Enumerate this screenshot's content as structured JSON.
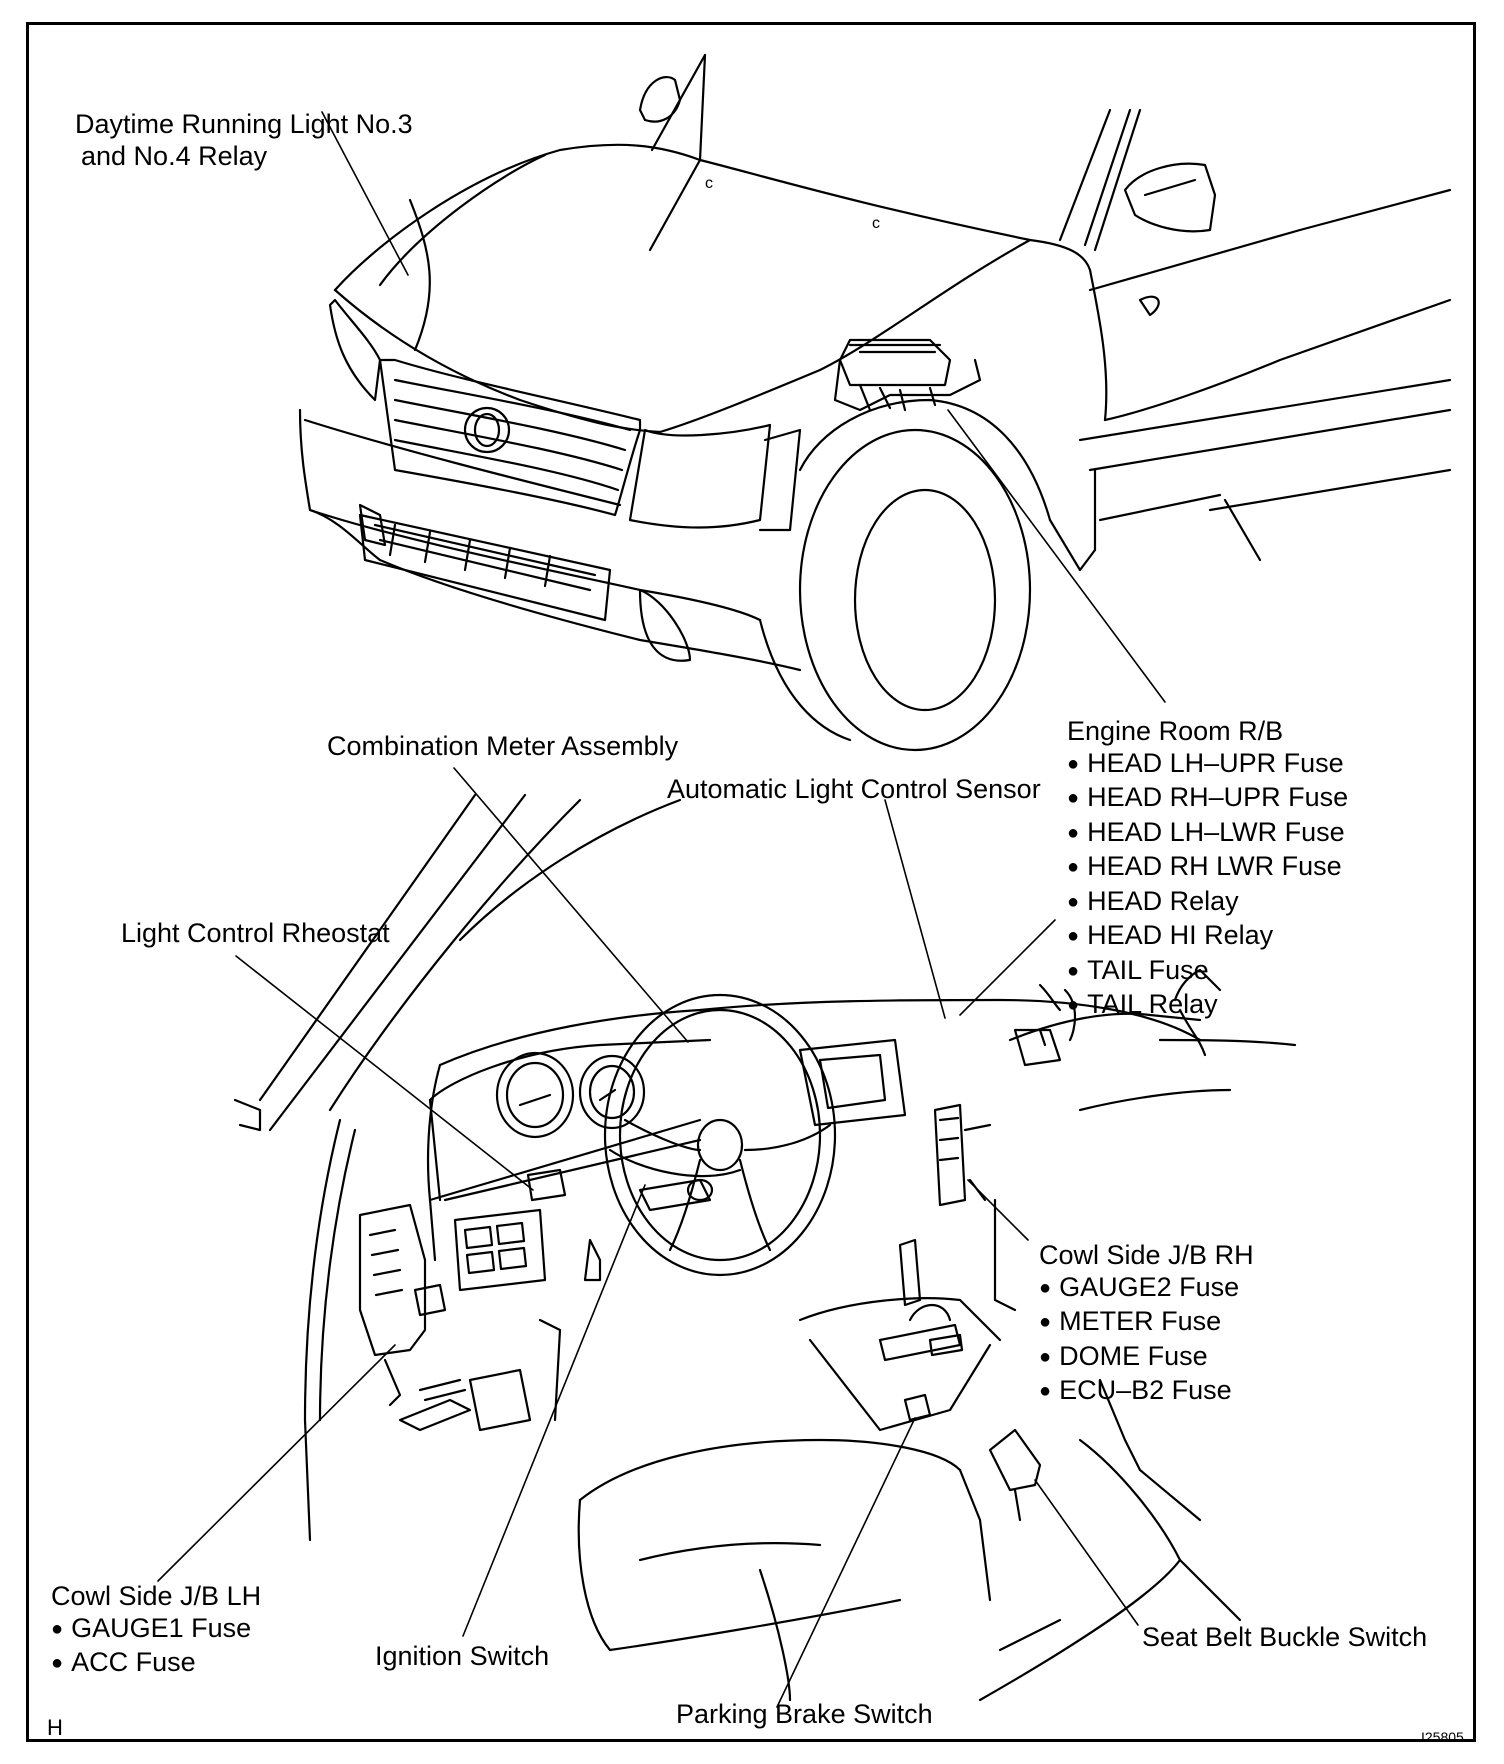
{
  "labels": {
    "drl_relay_line1": "Daytime Running Light No.3",
    "drl_relay_line2": "and No.4 Relay",
    "combination_meter": "Combination Meter Assembly",
    "auto_light_sensor": "Automatic Light Control Sensor",
    "light_rheostat": "Light Control Rheostat",
    "ignition_switch": "Ignition Switch",
    "parking_brake_switch": "Parking Brake Switch",
    "seat_belt_buckle_switch": "Seat Belt Buckle Switch"
  },
  "engine_room_rb": {
    "title": "Engine Room R/B",
    "items": [
      "HEAD LH–UPR Fuse",
      "HEAD RH–UPR Fuse",
      "HEAD LH–LWR Fuse",
      "HEAD RH LWR Fuse",
      "HEAD Relay",
      "HEAD HI Relay",
      "TAIL Fuse",
      "TAIL Relay"
    ]
  },
  "cowl_side_rh": {
    "title": "Cowl Side J/B RH",
    "items": [
      "GAUGE2 Fuse",
      "METER Fuse",
      "DOME Fuse",
      "ECU–B2 Fuse"
    ]
  },
  "cowl_side_lh": {
    "title": "Cowl Side J/B LH",
    "items": [
      "GAUGE1 Fuse",
      "ACC Fuse"
    ]
  },
  "corner_mark": "H",
  "figure_id": "I25805"
}
